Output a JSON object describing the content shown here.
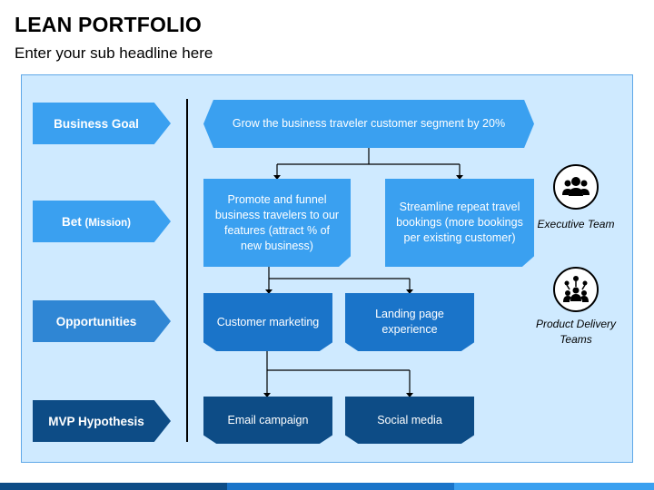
{
  "header": {
    "title": "LEAN PORTFOLIO",
    "subtitle": "Enter your sub headline here"
  },
  "levels": {
    "business_goal": "Business Goal",
    "bet": "Bet",
    "bet_sub": "(Mission)",
    "opportunities": "Opportunities",
    "mvp": "MVP Hypothesis"
  },
  "boxes": {
    "goal": "Grow the business traveler customer segment by 20%",
    "bet1": "Promote and funnel business travelers to our features (attract % of new business)",
    "bet2": "Streamline repeat travel bookings (more bookings per existing customer)",
    "opp1": "Customer marketing",
    "opp2": "Landing page experience",
    "mvp1": "Email campaign",
    "mvp2": "Social media"
  },
  "roles": {
    "executive": "Executive Team",
    "executive_icon": "group-icon",
    "delivery": "Product Delivery Teams",
    "delivery_icon": "network-team-icon"
  },
  "colors": {
    "panel": "#cfeaff",
    "light_blue": "#3aa0f0",
    "mid_blue": "#1a74c9",
    "dark_blue": "#0d4c86"
  }
}
